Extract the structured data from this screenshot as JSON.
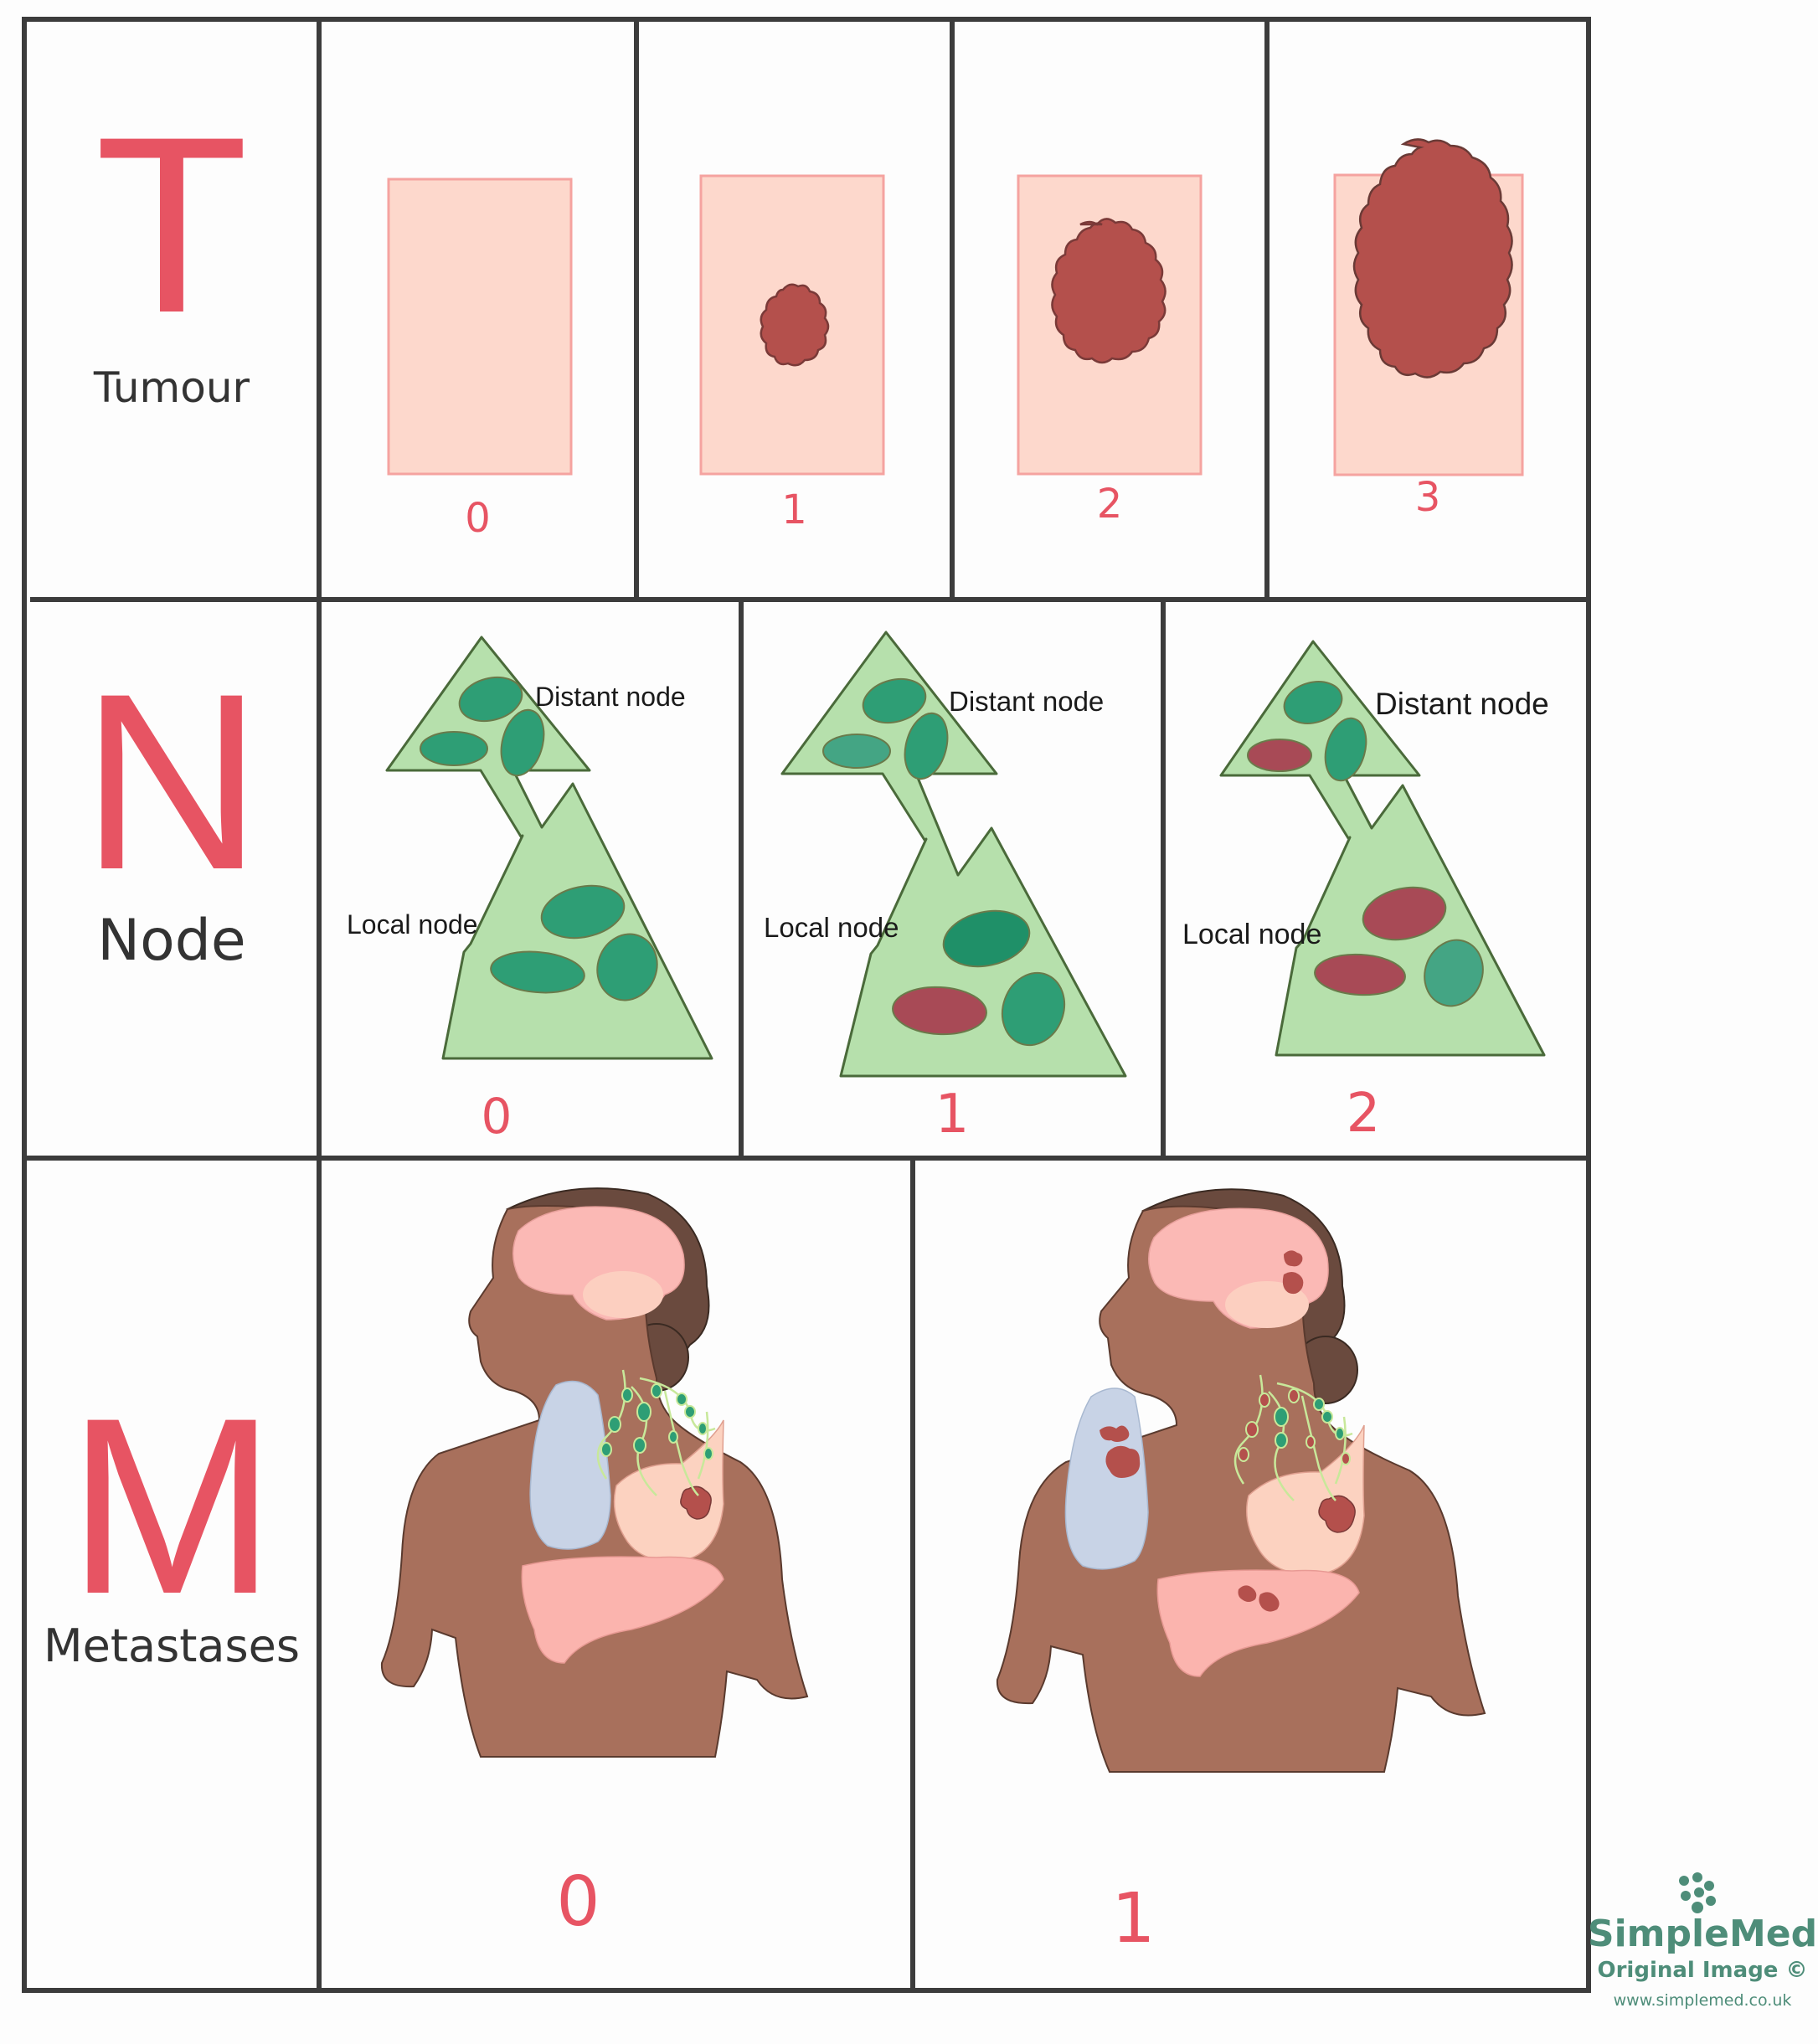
{
  "colors": {
    "accent_red": "#e75463",
    "grid_line": "#3c3c3c",
    "tumour_bg": "#fdd8cc",
    "tumour_mass": "#b4504c",
    "node_fill": "#b6e0ac",
    "node_healthy": "#2e9e75",
    "node_affected": "#a84a56",
    "skin": "#a8705c",
    "hair": "#6a4a3e",
    "brain": "#fbb9b5",
    "lung": "#c8d3e6",
    "liver": "#fbb4ae",
    "breast": "#fcd2c0",
    "brand": "#4e8d79"
  },
  "rows": [
    {
      "letter": "T",
      "label": "Tumour",
      "stages": [
        {
          "number": "0",
          "tumour_size": "none"
        },
        {
          "number": "1",
          "tumour_size": "small"
        },
        {
          "number": "2",
          "tumour_size": "medium"
        },
        {
          "number": "3",
          "tumour_size": "large"
        }
      ]
    },
    {
      "letter": "N",
      "label": "Node",
      "distant_label": "Distant node",
      "local_label": "Local node",
      "stages": [
        {
          "number": "0",
          "distant_affected": 0,
          "local_affected": 0
        },
        {
          "number": "1",
          "distant_affected": 0,
          "local_affected": 1
        },
        {
          "number": "2",
          "distant_affected": 1,
          "local_affected": 2
        }
      ]
    },
    {
      "letter": "M",
      "label": "Metastases",
      "stages": [
        {
          "number": "0",
          "metastases": "none (primary breast tumour only)"
        },
        {
          "number": "1",
          "metastases": "brain, lung, liver"
        }
      ]
    }
  ],
  "watermark": {
    "brand": "SimpleMed",
    "subtitle": "Original Image ©",
    "url": "www.simplemed.co.uk"
  }
}
